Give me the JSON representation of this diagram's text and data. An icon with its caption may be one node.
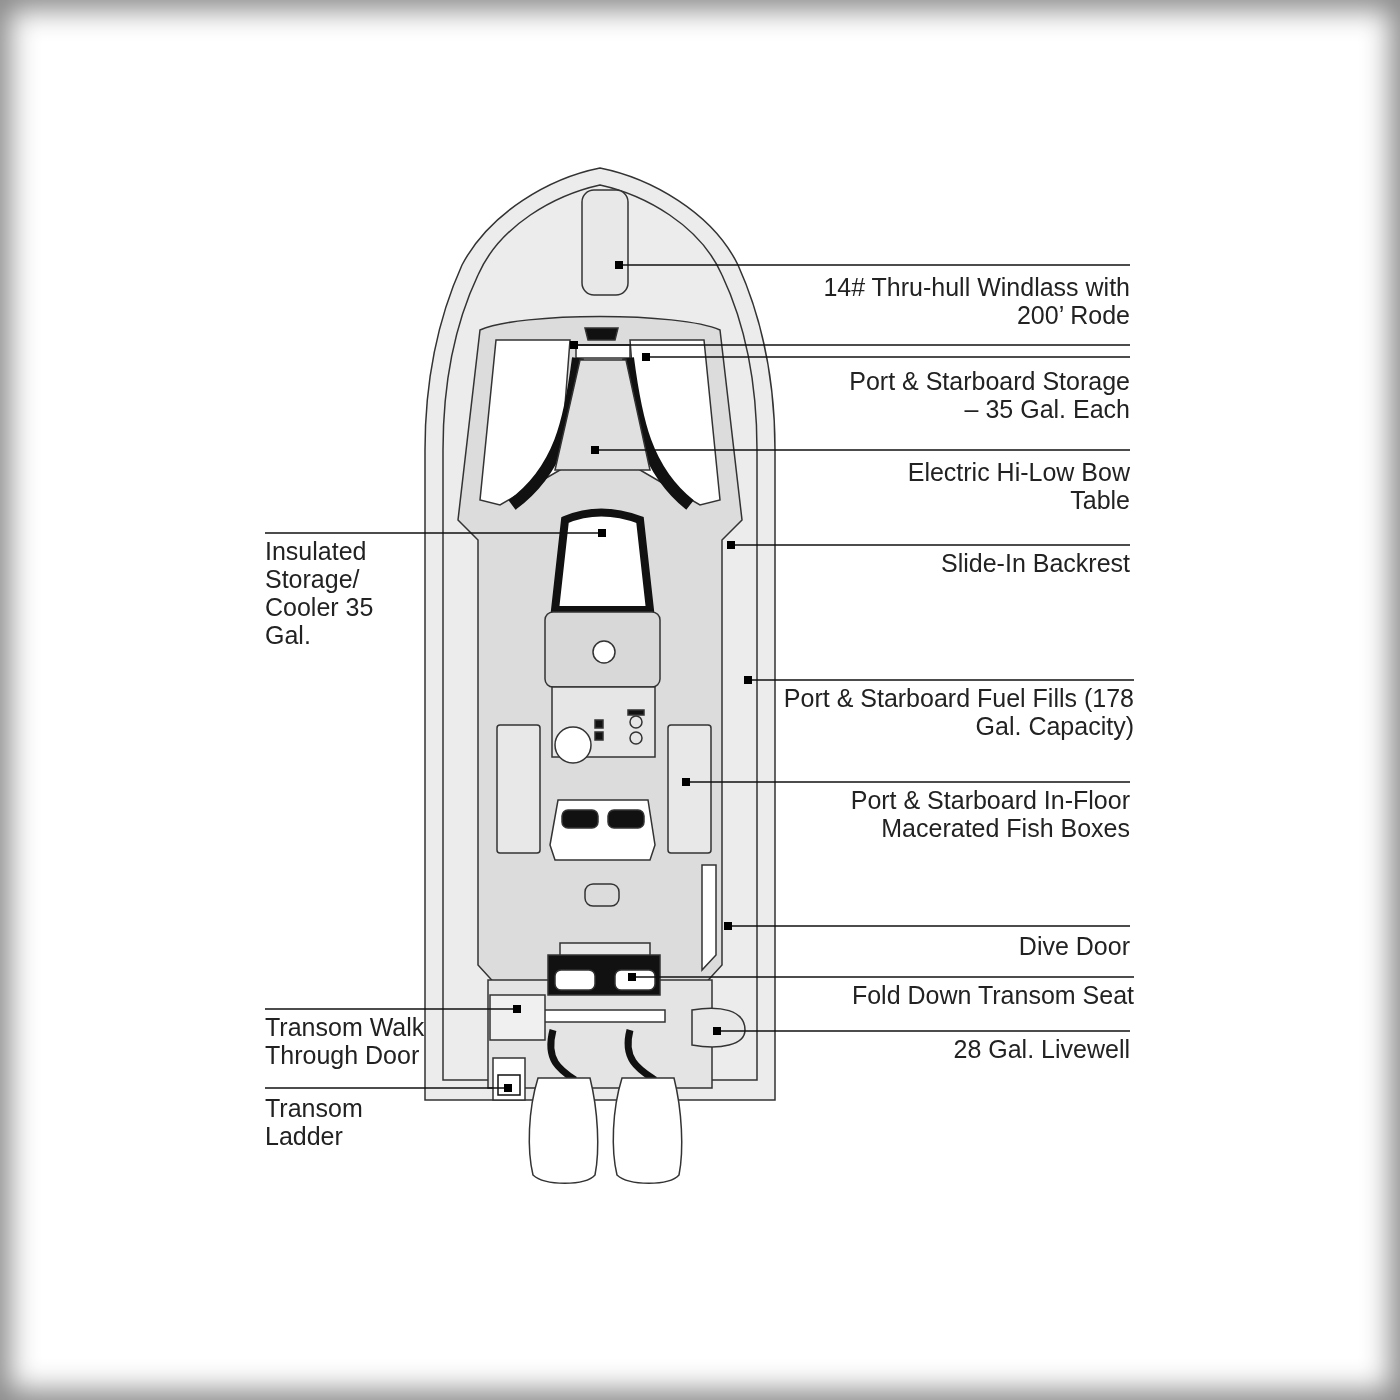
{
  "diagram": {
    "nodes": [
      {
        "text": [
          "14# Thru-hull Windlass with 200’ Rode"
        ]
      },
      {
        "text": [
          "Port & Starboard Storage – 35 Gal. Each"
        ]
      },
      {
        "text": [
          "Electric Hi-Low Bow Table"
        ]
      },
      {
        "text": [
          "Insulated Storage/ Cooler 35 Gal."
        ]
      },
      {
        "text": [
          "Slide-In Backrest"
        ]
      },
      {
        "text": [
          "Port & Starboard Fuel Fills (178 Gal. Capacity)"
        ]
      },
      {
        "text": [
          "Port & Starboard In-Floor Macerated Fish Boxes"
        ]
      },
      {
        "text": [
          "Dive Door"
        ]
      },
      {
        "text": [
          "Fold Down Transom Seat"
        ]
      },
      {
        "text": [
          "Transom Walk Through Door"
        ]
      },
      {
        "text": [
          "28 Gal. Livewell"
        ]
      },
      {
        "text": [
          "Transom Ladder"
        ]
      }
    ],
    "edges": [
      {
        "from": 0,
        "to": null,
        "arrow": "other"
      },
      {
        "from": 1,
        "to": null,
        "arrow": "other"
      },
      {
        "from": 1,
        "to": null,
        "arrow": "other"
      },
      {
        "from": 2,
        "to": null,
        "arrow": "other"
      },
      {
        "from": 3,
        "to": null,
        "arrow": "other"
      },
      {
        "from": 4,
        "to": null,
        "arrow": "other"
      },
      {
        "from": 5,
        "to": null,
        "arrow": "other"
      },
      {
        "from": 6,
        "to": null,
        "arrow": "other"
      },
      {
        "from": 7,
        "to": null,
        "arrow": "other"
      },
      {
        "from": 8,
        "to": null,
        "arrow": "other"
      },
      {
        "from": 9,
        "to": null,
        "arrow": "other"
      },
      {
        "from": 10,
        "to": null,
        "arrow": "other"
      },
      {
        "from": 11,
        "to": null,
        "arrow": "other"
      }
    ]
  }
}
